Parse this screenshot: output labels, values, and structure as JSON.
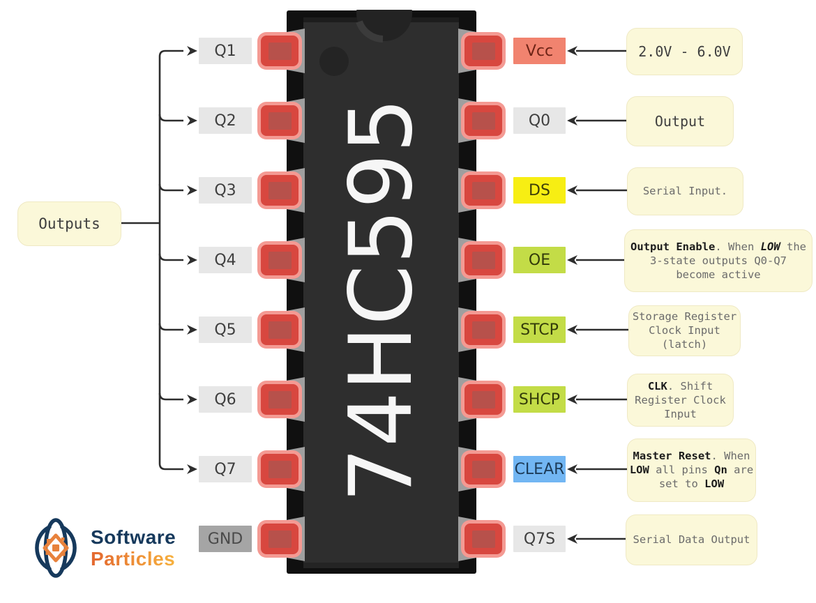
{
  "chip": {
    "label": "74HC595"
  },
  "outputs_group": {
    "label": "Outputs"
  },
  "left_pins": [
    {
      "label": "Q1",
      "bg": "#e7e7e7",
      "fg": "#3f3f3f"
    },
    {
      "label": "Q2",
      "bg": "#e7e7e7",
      "fg": "#3f3f3f"
    },
    {
      "label": "Q3",
      "bg": "#e7e7e7",
      "fg": "#3f3f3f"
    },
    {
      "label": "Q4",
      "bg": "#e7e7e7",
      "fg": "#3f3f3f"
    },
    {
      "label": "Q5",
      "bg": "#e7e7e7",
      "fg": "#3f3f3f"
    },
    {
      "label": "Q6",
      "bg": "#e7e7e7",
      "fg": "#3f3f3f"
    },
    {
      "label": "Q7",
      "bg": "#e7e7e7",
      "fg": "#3f3f3f"
    },
    {
      "label": "GND",
      "bg": "#a5a5a5",
      "fg": "#4a4a4a"
    }
  ],
  "right_pins": [
    {
      "label": "Vcc",
      "bg": "#f1836f",
      "fg": "#6e2417",
      "desc": {
        "size": "lg",
        "lines": [
          [
            {
              "t": "2.0V - 6.0V"
            }
          ]
        ]
      }
    },
    {
      "label": "Q0",
      "bg": "#e7e7e7",
      "fg": "#3f3f3f",
      "desc": {
        "size": "lg",
        "lines": [
          [
            {
              "t": "Output"
            }
          ]
        ]
      }
    },
    {
      "label": "DS",
      "bg": "#f7ee13",
      "fg": "#3f3f08",
      "desc": {
        "lines": [
          [
            {
              "t": "Serial Input."
            }
          ]
        ]
      }
    },
    {
      "label": "OE",
      "bg": "#c3dc47",
      "fg": "#333b0a",
      "desc": {
        "lines": [
          [
            {
              "t": "Output Enable",
              "b": true
            },
            {
              "t": ". When "
            },
            {
              "t": "LOW",
              "b": true,
              "i": true
            },
            {
              "t": " the"
            }
          ],
          [
            {
              "t": "3-state outputs Q0-Q7"
            }
          ],
          [
            {
              "t": "become active"
            }
          ]
        ]
      }
    },
    {
      "label": "STCP",
      "bg": "#c3dc47",
      "fg": "#333b0a",
      "desc": {
        "lines": [
          [
            {
              "t": "Storage Register"
            }
          ],
          [
            {
              "t": "Clock Input"
            }
          ],
          [
            {
              "t": "(latch)"
            }
          ]
        ]
      }
    },
    {
      "label": "SHCP",
      "bg": "#c3dc47",
      "fg": "#333b0a",
      "desc": {
        "lines": [
          [
            {
              "t": "CLK",
              "b": true
            },
            {
              "t": ". Shift"
            }
          ],
          [
            {
              "t": "Register Clock"
            }
          ],
          [
            {
              "t": "Input"
            }
          ]
        ]
      }
    },
    {
      "label": "CLEAR",
      "bg": "#72b6f3",
      "fg": "#1d3c59",
      "desc": {
        "lines": [
          [
            {
              "t": "Master Reset",
              "b": true
            },
            {
              "t": ". When"
            }
          ],
          [
            {
              "t": "LOW",
              "b": true
            },
            {
              "t": " all pins "
            },
            {
              "t": "Qn",
              "b": true
            },
            {
              "t": " are"
            }
          ],
          [
            {
              "t": "set to "
            },
            {
              "t": "LOW",
              "b": true
            }
          ]
        ]
      }
    },
    {
      "label": "Q7S",
      "bg": "#e7e7e7",
      "fg": "#3f3f3f",
      "desc": {
        "lines": [
          [
            {
              "t": "Serial Data Output"
            }
          ]
        ]
      }
    }
  ],
  "logo": {
    "line1": "Software",
    "line2": "Particles"
  },
  "colors": {
    "line": "#2d2d2d",
    "desc_bg": "#fbf8d9",
    "desc_text": "#6b6b6b",
    "desc_text_dark": "#3f3f3f",
    "desc_text_bold": "#1c1c1c",
    "chip_edge": "#101010",
    "chip_body": "#2e2e2e",
    "chip_text": "#f6f6f6",
    "pin_pad": "#d8473f",
    "pin_pad_inner": "#b7514b",
    "pin_glow": "#f49a93",
    "pin_stub": "#9f9f9f",
    "logo_navy": "#16395c",
    "logo_orange_from": "#e3672f",
    "logo_orange_to": "#f7b23e"
  }
}
